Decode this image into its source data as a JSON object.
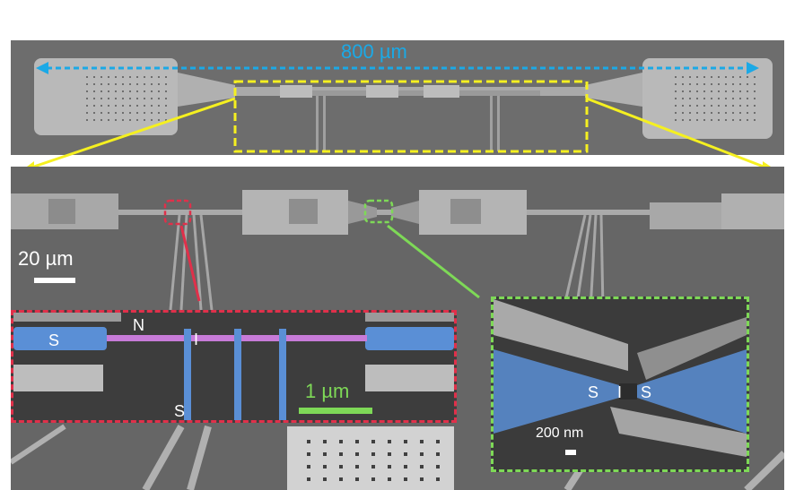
{
  "colors": {
    "cyan": "#1ba9e6",
    "yellow": "#f5f020",
    "red": "#e0304a",
    "green": "#7ed957",
    "superconductor_blue": "#5a8fd6",
    "normal_metal_magenta": "#c77bd8",
    "sem_gray": "#6c6c6c"
  },
  "top_panel": {
    "length_label": "800 µm"
  },
  "middle_panel": {
    "scale_label": "20 µm"
  },
  "left_inset": {
    "label_s_left": "S",
    "label_n": "N",
    "label_i": "I",
    "label_s_bottom": "S",
    "scale_label": "1 µm"
  },
  "right_inset": {
    "label_s_left": "S",
    "label_i": "I",
    "label_s_right": "S",
    "scale_label": "200 nm"
  }
}
